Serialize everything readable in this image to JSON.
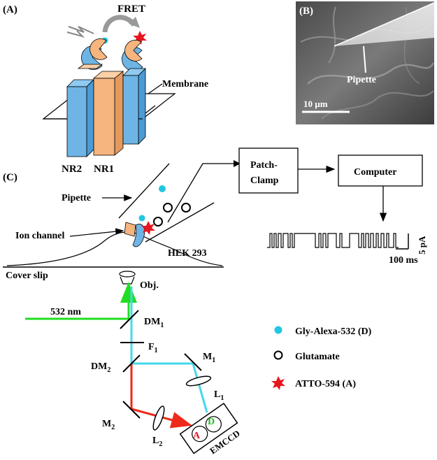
{
  "panel_a": {
    "label": "(A)",
    "fret_label": "FRET",
    "membrane_label": "Membrane",
    "subunit_left": "NR2",
    "subunit_right": "NR1",
    "colors": {
      "subunit_blue": "#6eb5e6",
      "subunit_orange": "#f6b47e",
      "donor": "#22c6e0",
      "acceptor": "#e8141e"
    }
  },
  "panel_b": {
    "label": "(B)",
    "pipette_label": "Pipette",
    "scale_bar_label": "10 µm"
  },
  "panel_c": {
    "label": "(C)",
    "pipette_label": "Pipette",
    "ion_channel_label": "Ion channel",
    "cell_label": "HEK 293",
    "cover_slip_label": "Cover slip",
    "objective_label": "Obj.",
    "laser_label": "532 nm",
    "dm1": {
      "main": "DM",
      "sub": "1"
    },
    "dm2": {
      "main": "DM",
      "sub": "2"
    },
    "f1": {
      "main": "F",
      "sub": "1"
    },
    "m1": {
      "main": "M",
      "sub": "1"
    },
    "m2": {
      "main": "M",
      "sub": "2"
    },
    "l1": {
      "main": "L",
      "sub": "1"
    },
    "l2": {
      "main": "L",
      "sub": "2"
    },
    "detector_label": "EMCCD",
    "detector_channel_a": "A",
    "detector_channel_d": "D",
    "patch_clamp_label_line1": "Patch-",
    "patch_clamp_label_line2": "Clamp",
    "computer_label": "Computer",
    "trace_scale_current": "5 pA",
    "trace_scale_time": "100 ms",
    "legend": [
      {
        "symbol": "cyan-dot",
        "text": "Gly-Alexa-532 (D)"
      },
      {
        "symbol": "open-circle",
        "text": "Glutamate"
      },
      {
        "symbol": "red-star",
        "text": "ATTO-594 (A)"
      }
    ],
    "colors": {
      "laser_green": "#22dd22",
      "donor_cyan": "#44d8e8",
      "acceptor_red": "#ee2a1a"
    }
  }
}
